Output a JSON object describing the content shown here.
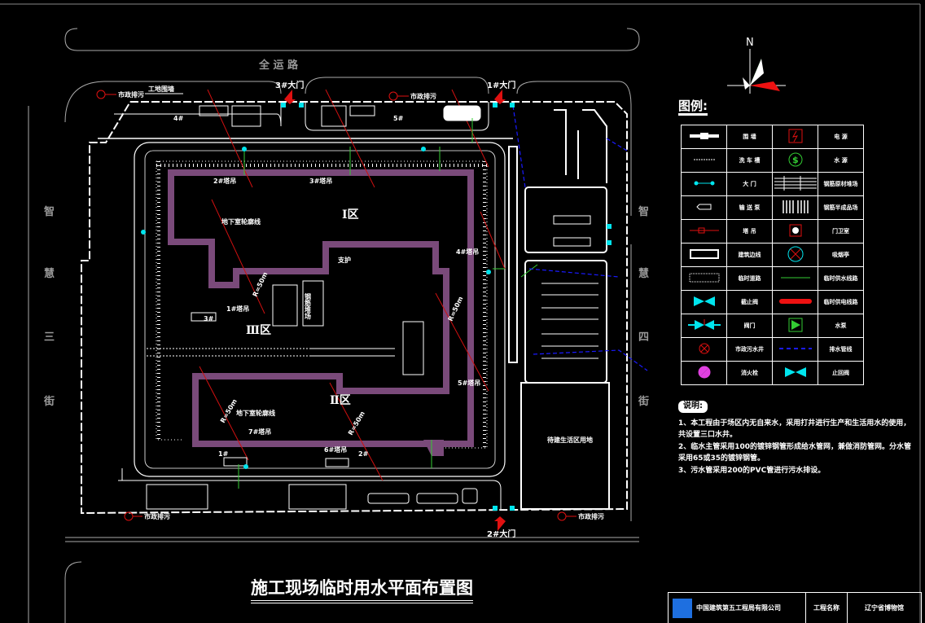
{
  "drawing_title": "施工现场临时用水平面布置图",
  "roads": {
    "north": "全 运 路",
    "west": [
      "智",
      "慧",
      "三",
      "街"
    ],
    "east": [
      "智",
      "慧",
      "四",
      "街"
    ]
  },
  "gates": {
    "gate1": "1#大门",
    "gate2": "2#大门",
    "gate3": "3#大门"
  },
  "plan_labels": {
    "municipal_sewer": "市政排污",
    "site_wall": "工地围墙",
    "zone1": "Ⅰ区",
    "zone2": "Ⅱ区",
    "zone3": "Ⅲ区",
    "crane1": "1#塔吊",
    "crane2": "2#塔吊",
    "crane3": "3#塔吊",
    "crane4": "4#塔吊",
    "crane5": "5#塔吊",
    "crane6": "6#塔吊",
    "crane7": "7#塔吊",
    "basement_outline": "地下室轮廓线",
    "support": "支护",
    "rebar_yard": "钢筋堆场",
    "pump1": "1#",
    "pump2": "2#",
    "pump3": "3#",
    "pump4": "4#",
    "pump5": "5#",
    "future_living": "待建生活区用地",
    "radius_label": "R=50m",
    "compass_n": "N"
  },
  "legend": {
    "title": "图例:",
    "rows": [
      {
        "left": "围 墙",
        "right": "电 源"
      },
      {
        "left": "洗 车 槽",
        "right": "水 源"
      },
      {
        "left": "大 门",
        "right": "钢筋原材堆场"
      },
      {
        "left": "输 送 泵",
        "right": "钢筋半成品场"
      },
      {
        "left": "塔 吊",
        "right": "门卫室"
      },
      {
        "left": "建筑边线",
        "right": "吸烟亭"
      },
      {
        "left": "临时道路",
        "right": "临时供水线路"
      },
      {
        "left": "截止阀",
        "right": "临时供电线路"
      },
      {
        "left": "阀门",
        "right": "水泵"
      },
      {
        "left": "市政污水井",
        "right": "排水管线"
      },
      {
        "left": "消火栓",
        "right": "止回阀"
      }
    ]
  },
  "notes": {
    "title": "说明:",
    "items": [
      "1、本工程由于场区内无自来水，采用打井进行生产和生活用水的使用，共设置三口水井。",
      "2、临水主管采用100的镀锌钢管形成给水管网，兼做消防管网。分水管采用65或35的镀锌钢管。",
      "3、污水管采用200的PVC管进行污水排设。"
    ]
  },
  "title_block": {
    "company": "中国建筑第五工程局有限公司",
    "project_label": "工程名称",
    "project_name": "辽宁省博物馆"
  },
  "colors": {
    "building": "#7a4a7a",
    "water_line": "#33cc33",
    "power_line": "#ff0000",
    "drain_line": "#1a1aff",
    "valve": "#00e5ee",
    "annotation": "#e040e0"
  }
}
